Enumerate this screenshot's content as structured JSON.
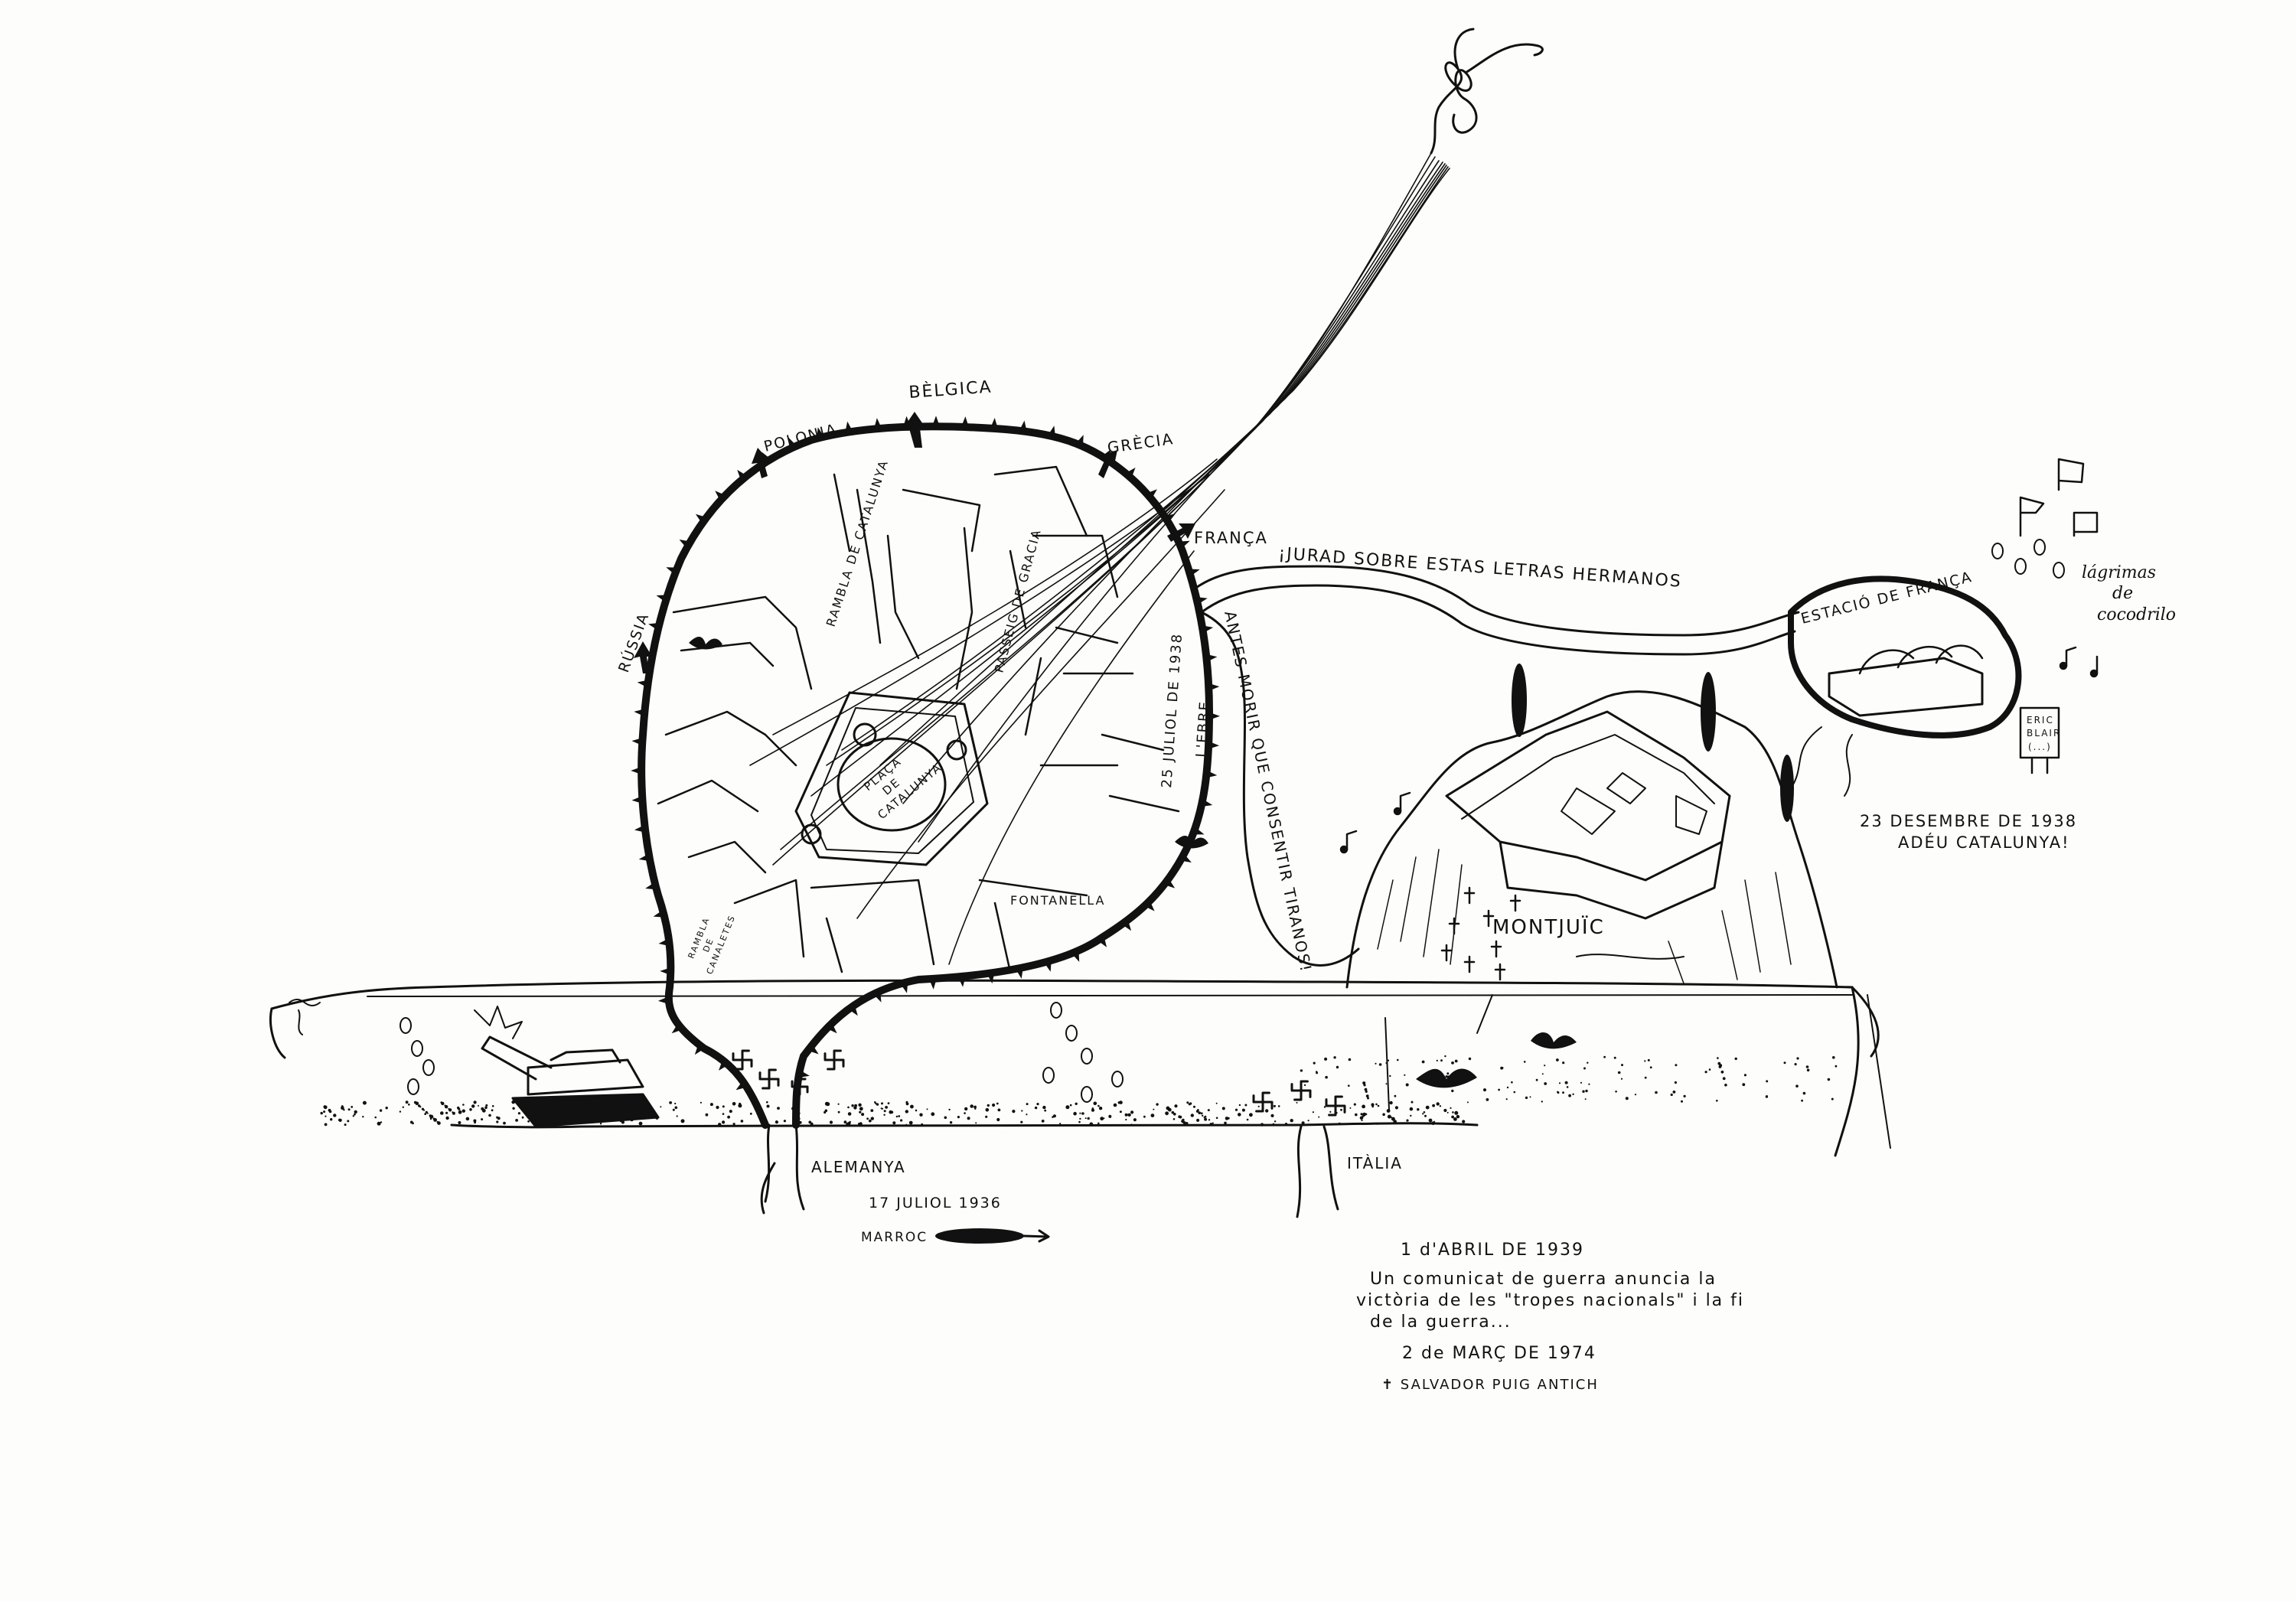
{
  "labels": {
    "belgica": "BÈLGICA",
    "polonia": "POLONIA",
    "grecia": "GRÈCIA",
    "franca": "FRANÇA",
    "russia": "RÚSSIA",
    "rambla_catalunya": "RAMBLA DE CATALUNYA",
    "passeig_gracia": "PASSEIG DE GRACIA",
    "placa_catalunya": [
      "PLAÇA",
      "DE",
      "CATALUNYA"
    ],
    "fontanella": "FONTANELLA",
    "rambla_canaletes": [
      "RAMBLA",
      "DE",
      "CANALETES"
    ],
    "ebre_date": "25 JULIOL DE 1938",
    "ebre": "L'EBRE",
    "jurad": "¡JURAD SOBRE ESTAS LETRAS HERMANOS",
    "antes_morir": "ANTES MORIR QUE CONSENTIR TIRANOS!",
    "estacio": "ESTACIÓ DE FRANÇA",
    "lagrimas": [
      "lágrimas",
      "de",
      "cocodrilo"
    ],
    "eric_blair": [
      "ERIC",
      "BLAIR",
      "(...)"
    ],
    "adeu_date": "23 DESEMBRE DE 1938",
    "adeu": "ADÉU CATALUNYA!",
    "montjuic": "MONTJUÏC",
    "alemanya": "ALEMANYA",
    "italia": "ITÀLIA",
    "juliol_date": "17 JULIOL 1936",
    "marroc": "MARROC",
    "abril_date": "1 d'ABRIL DE 1939",
    "comunicat_1": "Un comunicat de guerra anuncia la",
    "comunicat_2": "victòria de les \"tropes nacionals\" i la fi",
    "comunicat_3": "de la guerra...",
    "marc_date": "2 de MARÇ DE 1974",
    "puig_antich": "✝ SALVADOR PUIG ANTICH"
  },
  "colors": {
    "ink": "#111111",
    "paper": "#fdfdfb"
  },
  "icons": [
    "swastika-icon",
    "tank-icon",
    "balloon-icon",
    "flag-icon",
    "music-note-icon",
    "cypress-tree-icon",
    "bird-icon",
    "cross-icon"
  ]
}
